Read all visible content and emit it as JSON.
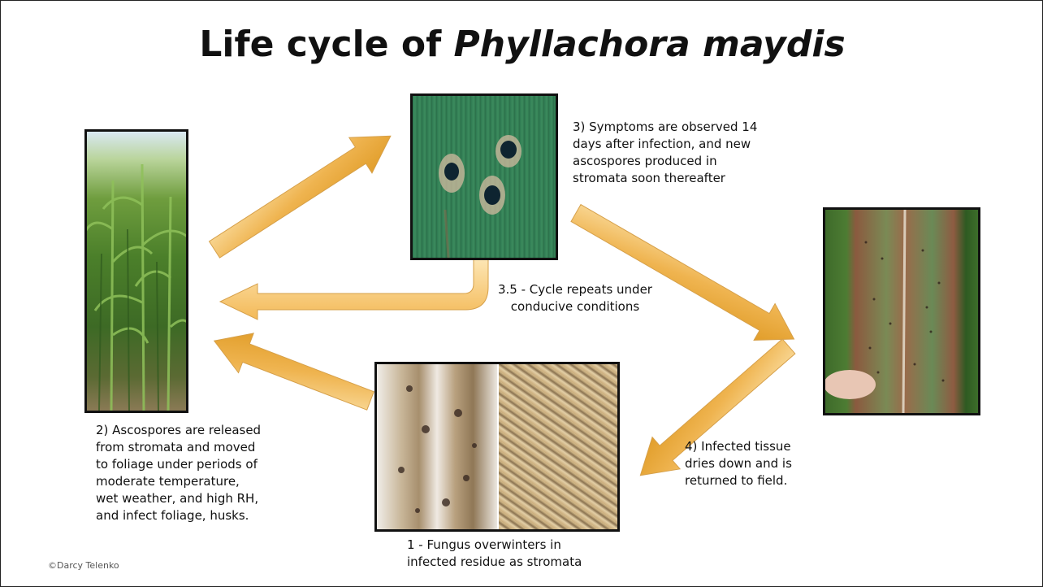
{
  "title": {
    "prefix": "Life cycle of ",
    "species": "Phyllachora maydis"
  },
  "captions": {
    "step1": [
      "1 - Fungus overwinters in",
      "infected residue as stromata"
    ],
    "step2": [
      "2) Ascospores are released",
      "from stromata and moved",
      "to foliage under periods of",
      "moderate temperature,",
      "wet weather, and high RH,",
      "and infect foliage, husks."
    ],
    "step3": [
      "3) Symptoms are observed 14",
      "days after infection, and new",
      "ascospores produced in",
      "stromata soon thereafter"
    ],
    "step3_5": [
      "3.5 - Cycle repeats under",
      "conducive conditions"
    ],
    "step4": [
      "4) Infected tissue",
      "dries down and is",
      "returned to field."
    ]
  },
  "credit": "©Darcy Telenko",
  "colors": {
    "arrow_light": "#f7cf86",
    "arrow_dark": "#dc9a25",
    "arrow_edge": "#d9a13c"
  }
}
